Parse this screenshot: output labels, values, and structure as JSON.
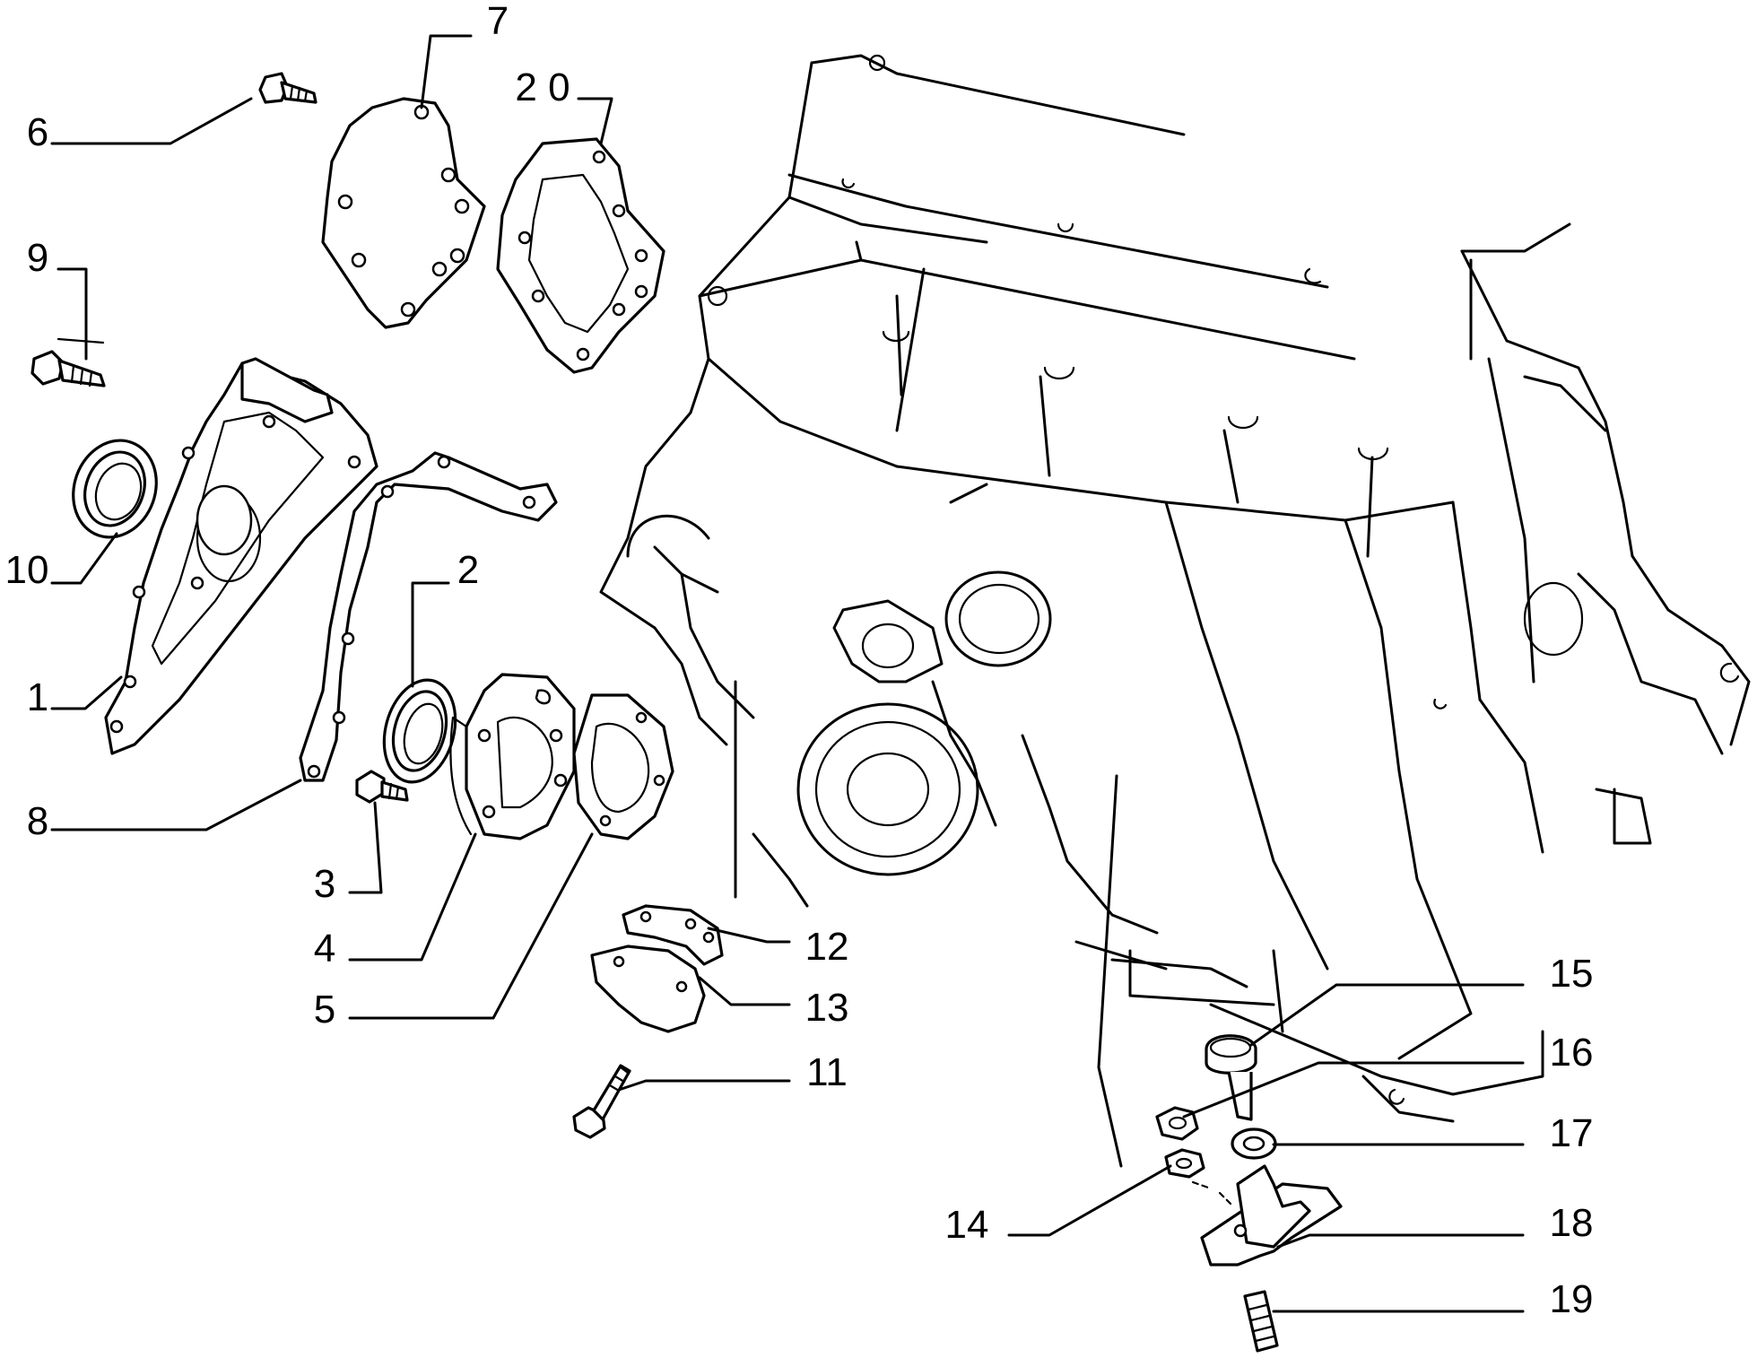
{
  "callouts": [
    {
      "id": "1",
      "text": "1"
    },
    {
      "id": "2",
      "text": "2"
    },
    {
      "id": "3",
      "text": "3"
    },
    {
      "id": "4",
      "text": "4"
    },
    {
      "id": "5",
      "text": "5"
    },
    {
      "id": "6",
      "text": "6"
    },
    {
      "id": "7",
      "text": "7"
    },
    {
      "id": "8",
      "text": "8"
    },
    {
      "id": "9",
      "text": "9"
    },
    {
      "id": "10",
      "text": "10"
    },
    {
      "id": "11",
      "text": "11"
    },
    {
      "id": "12",
      "text": "12"
    },
    {
      "id": "13",
      "text": "13"
    },
    {
      "id": "14",
      "text": "14"
    },
    {
      "id": "15",
      "text": "15"
    },
    {
      "id": "16",
      "text": "16"
    },
    {
      "id": "17",
      "text": "17"
    },
    {
      "id": "18",
      "text": "18"
    },
    {
      "id": "19",
      "text": "19"
    },
    {
      "id": "20",
      "text": "2 0"
    }
  ]
}
